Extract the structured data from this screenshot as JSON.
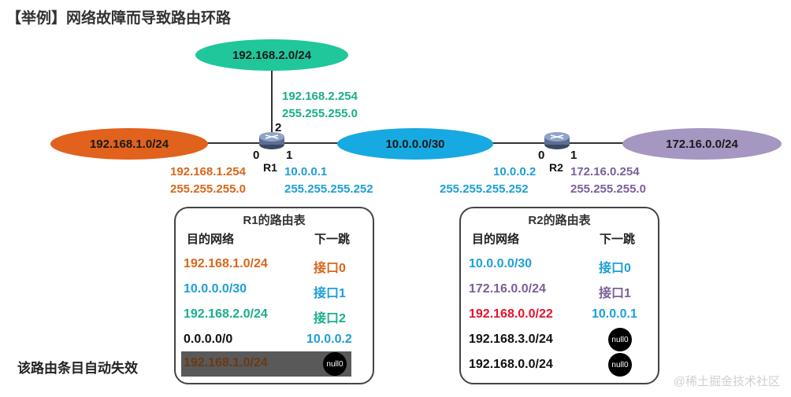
{
  "title": "【举例】网络故障而导致路由环路",
  "networks": {
    "top": "192.168.2.0/24",
    "left": "192.168.1.0/24",
    "middle": "10.0.0.0/30",
    "right": "172.16.0.0/24"
  },
  "routers": {
    "r1": "R1",
    "r2": "R2"
  },
  "ports": {
    "r1_0": "0",
    "r1_1": "1",
    "r1_2": "2",
    "r2_0": "0",
    "r2_1": "1"
  },
  "interfaces": {
    "r1_if2_ip": "192.168.2.254",
    "r1_if2_mask": "255.255.255.0",
    "r1_if0_ip": "192.168.1.254",
    "r1_if0_mask": "255.255.255.0",
    "r1_if1_ip": "10.0.0.1",
    "r1_if1_mask": "255.255.255.252",
    "r2_if0_ip": "10.0.0.2",
    "r2_if0_mask": "255.255.255.252",
    "r2_if1_ip": "172.16.0.254",
    "r2_if1_mask": "255.255.255.0"
  },
  "r1_table": {
    "title": "R1的路由表",
    "col_dest": "目的网络",
    "col_next": "下一跳",
    "rows": [
      {
        "dest": "192.168.1.0/24",
        "next": "接口0"
      },
      {
        "dest": "10.0.0.0/30",
        "next": "接口1"
      },
      {
        "dest": "192.168.2.0/24",
        "next": "接口2"
      },
      {
        "dest": "0.0.0.0/0",
        "next": "10.0.0.2"
      },
      {
        "dest": "192.168.1.0/24",
        "next": "null0"
      }
    ]
  },
  "r2_table": {
    "title": "R2的路由表",
    "col_dest": "目的网络",
    "col_next": "下一跳",
    "rows": [
      {
        "dest": "10.0.0.0/30",
        "next": "接口0"
      },
      {
        "dest": "172.16.0.0/24",
        "next": "接口1"
      },
      {
        "dest": "192.168.0.0/22",
        "next": "10.0.0.1"
      },
      {
        "dest": "192.168.3.0/24",
        "next": "null0"
      },
      {
        "dest": "192.168.0.0/24",
        "next": "null0"
      }
    ]
  },
  "invalid_note": "该路由条目自动失效",
  "watermark": "@稀土掘金技术社区",
  "colors": {
    "orange": "#d9661b",
    "green": "#1aaf8a",
    "blue": "#1d9fd6",
    "purple": "#7a5f9a",
    "red": "#e8112d",
    "black": "#111111",
    "ellipse_top": "#1fc79b",
    "ellipse_left": "#e0621c",
    "ellipse_mid": "#17a9e1",
    "ellipse_right": "#a596c2"
  }
}
